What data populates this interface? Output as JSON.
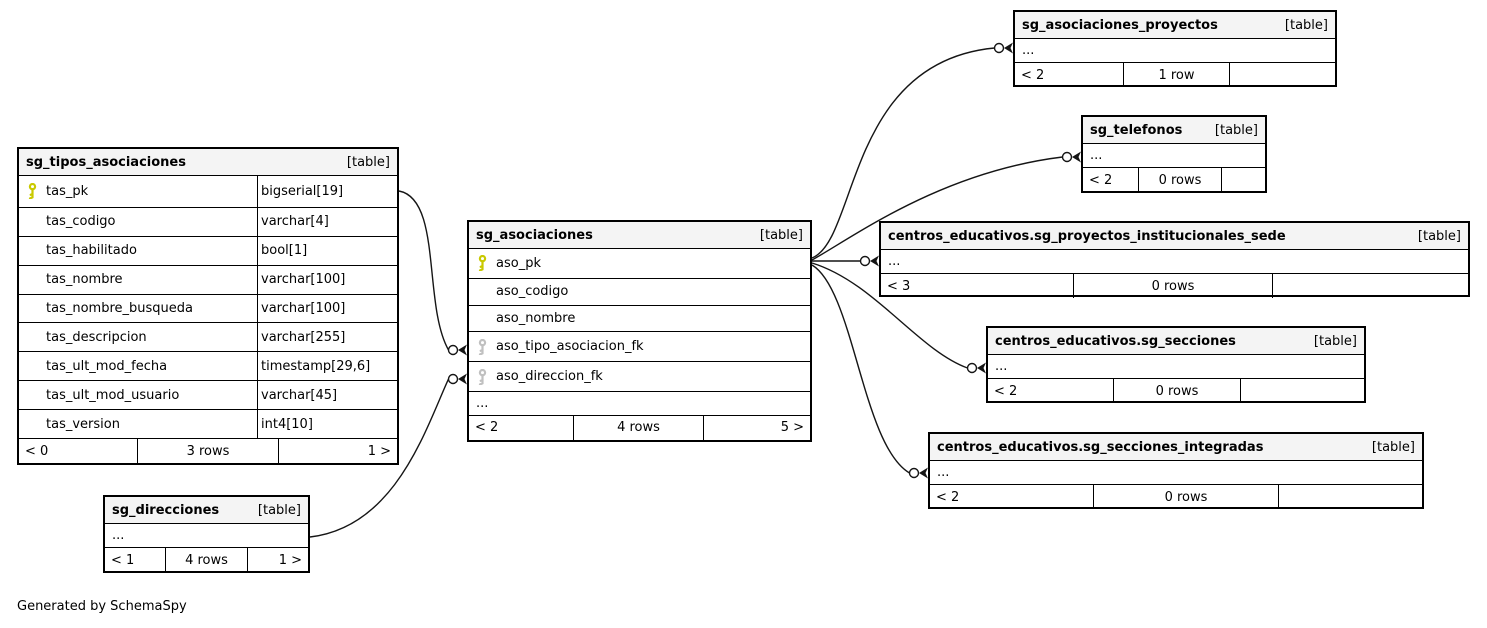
{
  "footnote": "Generated by SchemaSpy",
  "tables": [
    {
      "id": "sg_tipos_asociaciones",
      "name": "sg_tipos_asociaciones",
      "badge": "[table]",
      "columns": [
        {
          "icon": "primary-key",
          "name": "tas_pk",
          "type": "bigserial[19]"
        },
        {
          "icon": null,
          "name": "tas_codigo",
          "type": "varchar[4]"
        },
        {
          "icon": null,
          "name": "tas_habilitado",
          "type": "bool[1]"
        },
        {
          "icon": null,
          "name": "tas_nombre",
          "type": "varchar[100]"
        },
        {
          "icon": null,
          "name": "tas_nombre_busqueda",
          "type": "varchar[100]"
        },
        {
          "icon": null,
          "name": "tas_descripcion",
          "type": "varchar[255]"
        },
        {
          "icon": null,
          "name": "tas_ult_mod_fecha",
          "type": "timestamp[29,6]"
        },
        {
          "icon": null,
          "name": "tas_ult_mod_usuario",
          "type": "varchar[45]"
        },
        {
          "icon": null,
          "name": "tas_version",
          "type": "int4[10]"
        }
      ],
      "ellipsis": null,
      "footer": {
        "prev": "< 0",
        "rows": "3 rows",
        "next": "1 >"
      }
    },
    {
      "id": "sg_direcciones",
      "name": "sg_direcciones",
      "badge": "[table]",
      "columns": [],
      "ellipsis": "...",
      "footer": {
        "prev": "< 1",
        "rows": "4 rows",
        "next": "1 >"
      }
    },
    {
      "id": "sg_asociaciones",
      "name": "sg_asociaciones",
      "badge": "[table]",
      "columns": [
        {
          "icon": "primary-key",
          "name": "aso_pk",
          "type": null
        },
        {
          "icon": null,
          "name": "aso_codigo",
          "type": null
        },
        {
          "icon": null,
          "name": "aso_nombre",
          "type": null
        },
        {
          "icon": "foreign-key",
          "name": "aso_tipo_asociacion_fk",
          "type": null
        },
        {
          "icon": "foreign-key",
          "name": "aso_direccion_fk",
          "type": null
        }
      ],
      "ellipsis": "...",
      "footer": {
        "prev": "< 2",
        "rows": "4 rows",
        "next": "5 >"
      }
    },
    {
      "id": "sg_asociaciones_proyectos",
      "name": "sg_asociaciones_proyectos",
      "badge": "[table]",
      "columns": [],
      "ellipsis": "...",
      "footer": {
        "prev": "< 2",
        "rows": "1 row",
        "next": ""
      }
    },
    {
      "id": "sg_telefonos",
      "name": "sg_telefonos",
      "badge": "[table]",
      "columns": [],
      "ellipsis": "...",
      "footer": {
        "prev": "< 2",
        "rows": "0 rows",
        "next": ""
      }
    },
    {
      "id": "centros_educativos.sg_proyectos_institucionales_sede",
      "name": "centros_educativos.sg_proyectos_institucionales_sede",
      "badge": "[table]",
      "columns": [],
      "ellipsis": "...",
      "footer": {
        "prev": "< 3",
        "rows": "0 rows",
        "next": ""
      }
    },
    {
      "id": "centros_educativos.sg_secciones",
      "name": "centros_educativos.sg_secciones",
      "badge": "[table]",
      "columns": [],
      "ellipsis": "...",
      "footer": {
        "prev": "< 2",
        "rows": "0 rows",
        "next": ""
      }
    },
    {
      "id": "centros_educativos.sg_secciones_integradas",
      "name": "centros_educativos.sg_secciones_integradas",
      "badge": "[table]",
      "columns": [],
      "ellipsis": "...",
      "footer": {
        "prev": "< 2",
        "rows": "0 rows",
        "next": ""
      }
    }
  ],
  "relationships": [
    {
      "id": "tipos-asociaciones-to-asociaciones",
      "from": "sg_tipos_asociaciones.tas_pk",
      "to": "sg_asociaciones.aso_tipo_asociacion_fk"
    },
    {
      "id": "direcciones-to-asociaciones",
      "from": "sg_direcciones",
      "to": "sg_asociaciones.aso_direccion_fk"
    },
    {
      "id": "asociaciones-to-asociaciones-proyectos",
      "from": "sg_asociaciones.aso_pk",
      "to": "sg_asociaciones_proyectos"
    },
    {
      "id": "asociaciones-to-telefonos",
      "from": "sg_asociaciones.aso_pk",
      "to": "sg_telefonos"
    },
    {
      "id": "asociaciones-to-proyectos-institucionales-sede",
      "from": "sg_asociaciones.aso_pk",
      "to": "centros_educativos.sg_proyectos_institucionales_sede"
    },
    {
      "id": "asociaciones-to-secciones",
      "from": "sg_asociaciones.aso_pk",
      "to": "centros_educativos.sg_secciones"
    },
    {
      "id": "asociaciones-to-secciones-integradas",
      "from": "sg_asociaciones.aso_pk",
      "to": "centros_educativos.sg_secciones_integradas"
    }
  ],
  "colors": {
    "primary_key_icon": "#c9c900",
    "foreign_key_icon": "#c0c0c0",
    "header_bg": "#f4f4f4",
    "border": "#000000",
    "edge": "#151515"
  }
}
